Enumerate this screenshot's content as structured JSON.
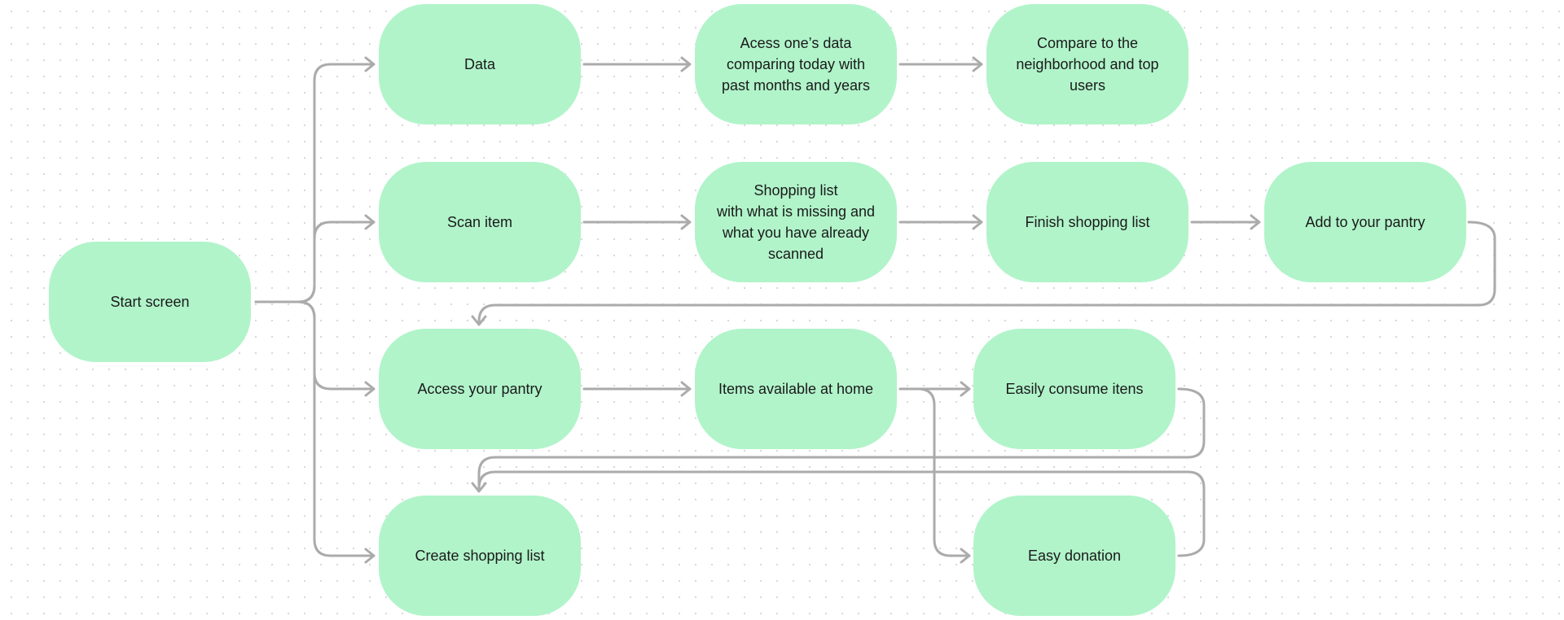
{
  "diagram": {
    "node_fill": "#b1f4ca",
    "edge_color": "#ababab",
    "nodes": [
      {
        "id": "start",
        "label": "Start screen"
      },
      {
        "id": "data",
        "label": "Data"
      },
      {
        "id": "access_data",
        "label": "Acess one’s data\ncomparing today with\npast months and years"
      },
      {
        "id": "compare",
        "label": "Compare to the\nneighborhood and top\nusers"
      },
      {
        "id": "scan",
        "label": "Scan item"
      },
      {
        "id": "shopping_list",
        "label": "Shopping list\nwith what is missing and\nwhat you have already\nscanned"
      },
      {
        "id": "finish",
        "label": "Finish shopping list"
      },
      {
        "id": "add_pantry",
        "label": "Add to your pantry"
      },
      {
        "id": "access_pantry",
        "label": "Access your pantry"
      },
      {
        "id": "items_home",
        "label": "Items available at home"
      },
      {
        "id": "consume",
        "label": "Easily consume itens"
      },
      {
        "id": "create_list",
        "label": "Create shopping list"
      },
      {
        "id": "donation",
        "label": "Easy donation"
      }
    ],
    "edges": [
      {
        "from": "start",
        "to": "data"
      },
      {
        "from": "start",
        "to": "scan"
      },
      {
        "from": "start",
        "to": "access_pantry"
      },
      {
        "from": "start",
        "to": "create_list"
      },
      {
        "from": "data",
        "to": "access_data"
      },
      {
        "from": "access_data",
        "to": "compare"
      },
      {
        "from": "scan",
        "to": "shopping_list"
      },
      {
        "from": "shopping_list",
        "to": "finish"
      },
      {
        "from": "finish",
        "to": "add_pantry"
      },
      {
        "from": "add_pantry",
        "to": "access_pantry"
      },
      {
        "from": "access_pantry",
        "to": "items_home"
      },
      {
        "from": "items_home",
        "to": "consume"
      },
      {
        "from": "items_home",
        "to": "donation"
      },
      {
        "from": "consume",
        "to": "create_list"
      },
      {
        "from": "donation",
        "to": "create_list"
      }
    ]
  }
}
